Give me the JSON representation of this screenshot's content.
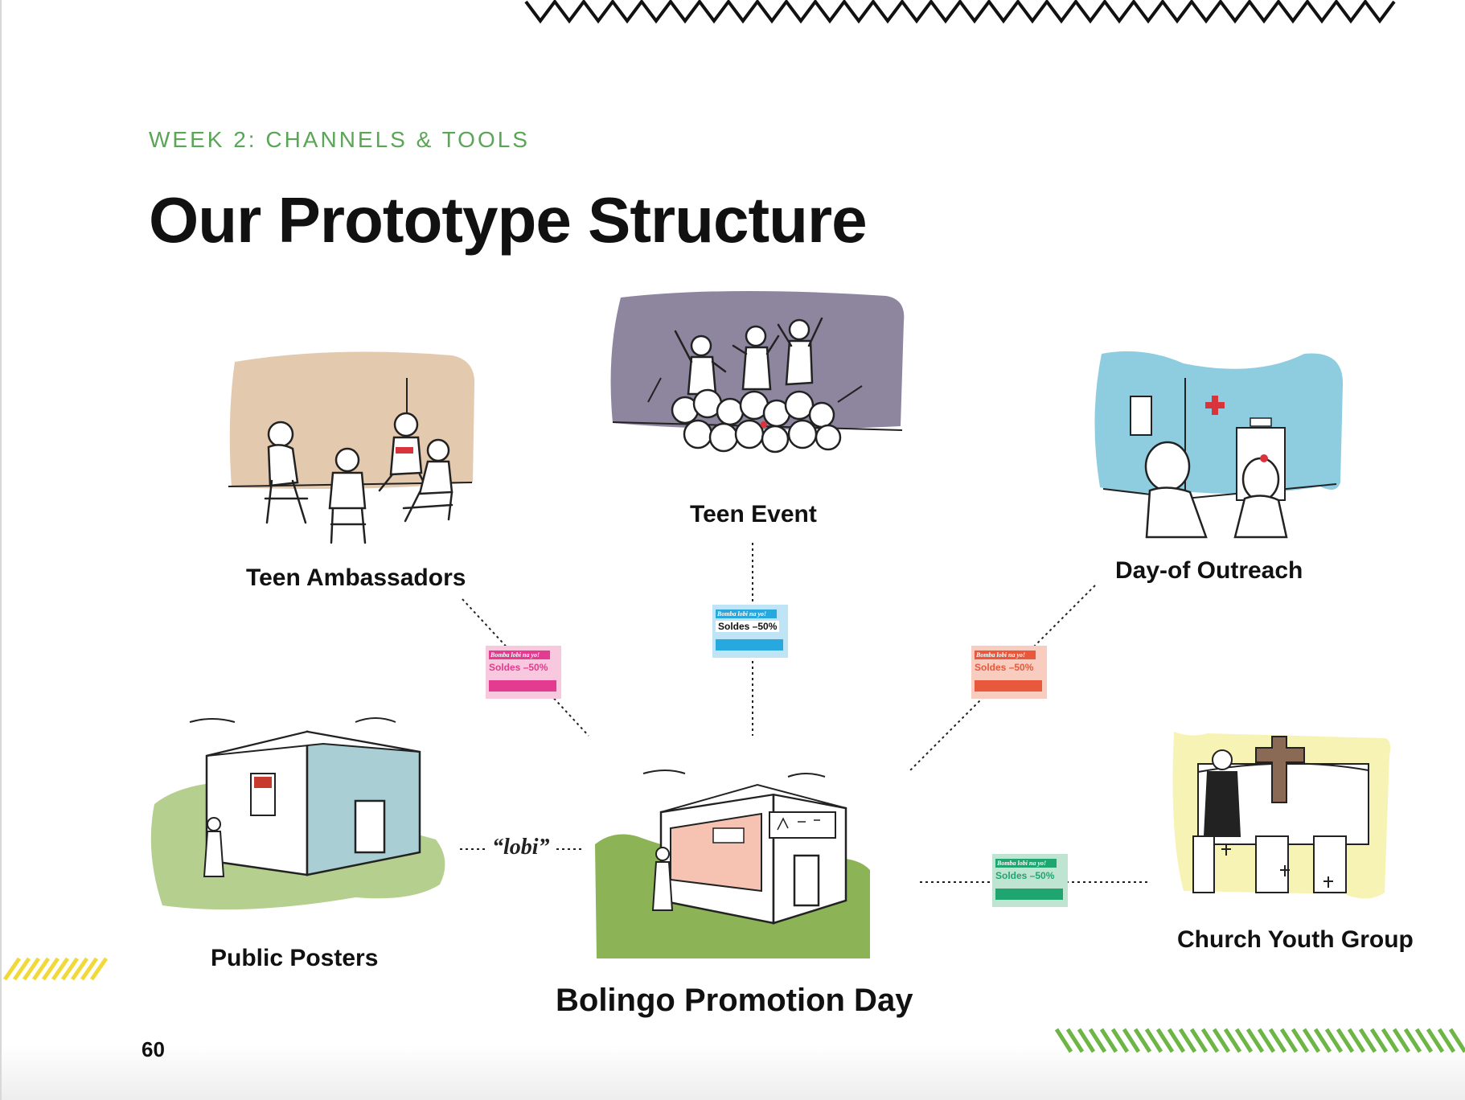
{
  "header": {
    "eyebrow": "WEEK 2: CHANNELS & TOOLS",
    "title": "Our Prototype Structure"
  },
  "nodes": {
    "teen_ambassadors": "Teen Ambassadors",
    "teen_event": "Teen Event",
    "day_of_outreach": "Day-of Outreach",
    "public_posters": "Public Posters",
    "church_youth_group": "Church Youth Group",
    "main": "Bolingo Promotion Day"
  },
  "connector_tag": "“lobi”",
  "flyers": [
    {
      "headline": "Bomba lobi na yo!",
      "offer": "Soldes –50%",
      "color": "#e23b8f",
      "tint": "#f7c8de"
    },
    {
      "headline": "Bomba lobi na yo!",
      "offer": "Soldes –50%",
      "color": "#27a9e0",
      "tint": "#bfe4f5"
    },
    {
      "headline": "Bomba lobi na yo!",
      "offer": "Soldes –50%",
      "color": "#e8583c",
      "tint": "#f8cdbf"
    },
    {
      "headline": "Bomba lobi na yo!",
      "offer": "Soldes –50%",
      "color": "#1fa570",
      "tint": "#bfe5d2"
    }
  ],
  "page_number": "60",
  "colors": {
    "accent_green": "#5aa656",
    "ambassadors_bg": "#e3c9ae",
    "event_bg": "#8e869f",
    "outreach_bg": "#8ecde0",
    "posters_ground": "#b5cf8f",
    "wall_blue": "#a9ced3",
    "main_ground": "#8cb356",
    "church_bg": "#f7f3b4",
    "stripes_yellow": "#f2d93a"
  },
  "icons": {
    "teen_ambassadors": "group-seated-illustration",
    "teen_event": "concert-crowd-illustration",
    "day_of_outreach": "clinic-conversation-illustration",
    "public_posters": "building-poster-illustration",
    "main": "shop-promotion-illustration",
    "church_youth_group": "church-illustration"
  }
}
